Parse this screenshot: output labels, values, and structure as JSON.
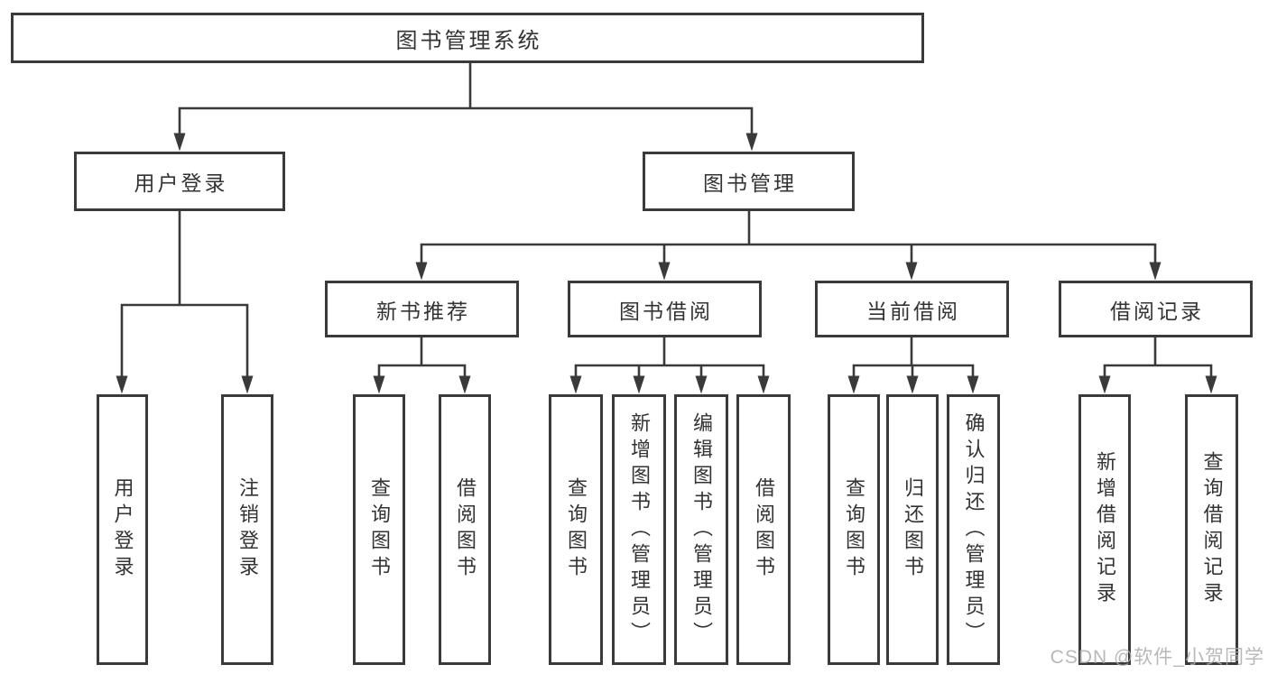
{
  "diagram": {
    "title": "图书管理系统",
    "branches": [
      {
        "label": "用户登录",
        "leaves": [
          "用户登录",
          "注销登录"
        ]
      },
      {
        "label": "图书管理",
        "groups": [
          {
            "label": "新书推荐",
            "leaves": [
              "查询图书",
              "借阅图书"
            ]
          },
          {
            "label": "图书借阅",
            "leaves": [
              "查询图书",
              "新增图书（管理员）",
              "编辑图书（管理员）",
              "借阅图书"
            ]
          },
          {
            "label": "当前借阅",
            "leaves": [
              "查询图书",
              "归还图书",
              "确认归还（管理员）"
            ]
          },
          {
            "label": "借阅记录",
            "leaves": [
              "新增借阅记录",
              "查询借阅记录"
            ]
          }
        ]
      }
    ]
  },
  "colors": {
    "line": "#3a3a3a",
    "text": "#333333",
    "watermark": "#acacac"
  },
  "watermark": "CSDN @软件_小贺同学"
}
